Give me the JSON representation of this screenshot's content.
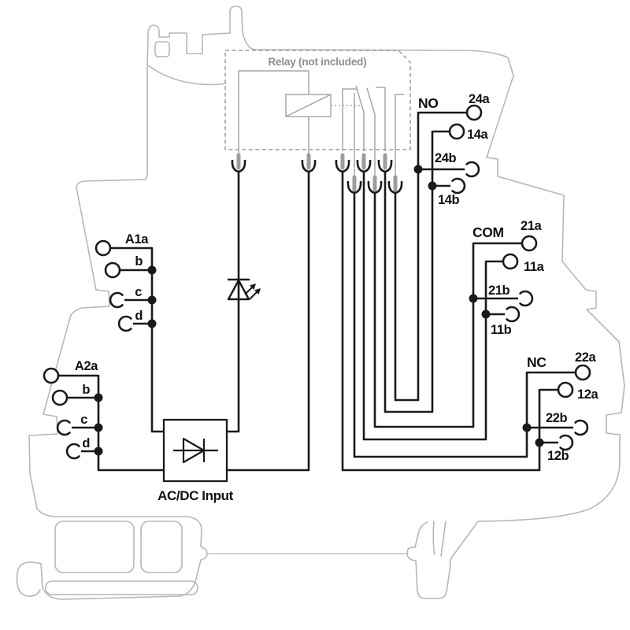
{
  "diagram": {
    "relay_box": {
      "caption": "Relay (not included)"
    },
    "power_input": {
      "label": "AC/DC Input"
    },
    "coil_terminals": {
      "a1": {
        "labels": [
          "A1a",
          "b",
          "c",
          "d"
        ]
      },
      "a2": {
        "labels": [
          "A2a",
          "b",
          "c",
          "d"
        ]
      }
    },
    "contact_groups": {
      "no": {
        "label": "NO",
        "terminals": [
          "24a",
          "14a",
          "24b",
          "14b"
        ]
      },
      "com": {
        "label": "COM",
        "terminals": [
          "21a",
          "11a",
          "21b",
          "11b"
        ]
      },
      "nc": {
        "label": "NC",
        "terminals": [
          "22a",
          "12a",
          "22b",
          "12b"
        ]
      }
    },
    "symbols": {
      "led": "led-indicator",
      "diode": "rectifier-diode",
      "relay_coil": "relay-coil",
      "changeover_contacts": "changeover-contacts"
    },
    "colors": {
      "wire": "#1a1a1a",
      "housing": "#b7b7b7",
      "relay_gray": "#a6a6a6",
      "pin_gray": "#9d9d9d",
      "caption_gray": "#8e8e8e",
      "label": "#111111",
      "background": "#ffffff"
    }
  }
}
